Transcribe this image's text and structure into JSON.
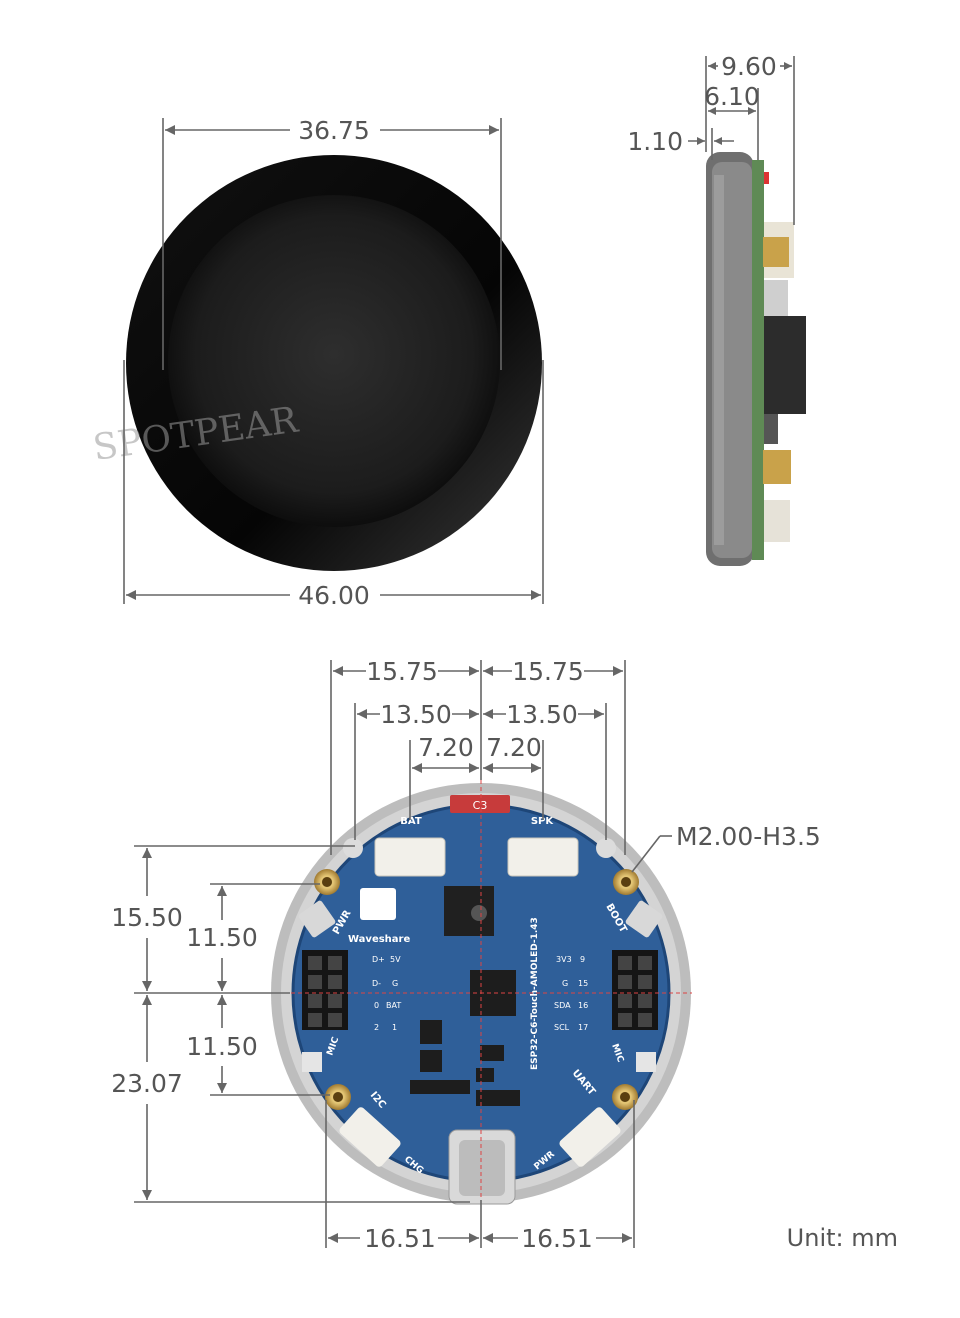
{
  "top_view": {
    "inner_width": "36.75",
    "outer_width": "46.00",
    "watermark": "SPOTPEAR"
  },
  "side_view": {
    "total_thickness": "9.60",
    "module_thickness": "6.10",
    "glass_thickness": "1.10"
  },
  "bottom_view": {
    "left_outer": "15.75",
    "right_outer": "15.75",
    "left_inner": "13.50",
    "right_inner": "13.50",
    "left_conn": "7.20",
    "right_conn": "7.20",
    "hole_spec": "M2.00-H3.5",
    "v_top_outer": "15.50",
    "v_top_inner": "11.50",
    "v_bot_inner": "11.50",
    "v_bot_outer": "23.07",
    "h_bot_left": "16.51",
    "h_bot_right": "16.51"
  },
  "unit_label": "Unit: mm",
  "board": {
    "labels": {
      "bat": "BAT",
      "spk": "SPK",
      "pwr": "PWR",
      "boot": "BOOT",
      "mic_l": "MIC",
      "mic_r": "MIC",
      "i2c": "I2C",
      "uart": "UART",
      "chg": "CHG",
      "pwr2": "PWR",
      "brand": "Waveshare",
      "model": "ESP32-C6-Touch-AMOLED-1.43",
      "c3": "C3"
    },
    "left_pins": [
      "D+",
      "5V",
      "D-",
      "G",
      "0",
      "BAT",
      "2",
      "1"
    ],
    "right_pins": [
      "3V3",
      "9",
      "G",
      "15",
      "SDA",
      "16",
      "SCL",
      "17"
    ]
  },
  "colors": {
    "pcb": "#2f5f99",
    "gold": "#c9a24a",
    "dimension": "#666666"
  }
}
